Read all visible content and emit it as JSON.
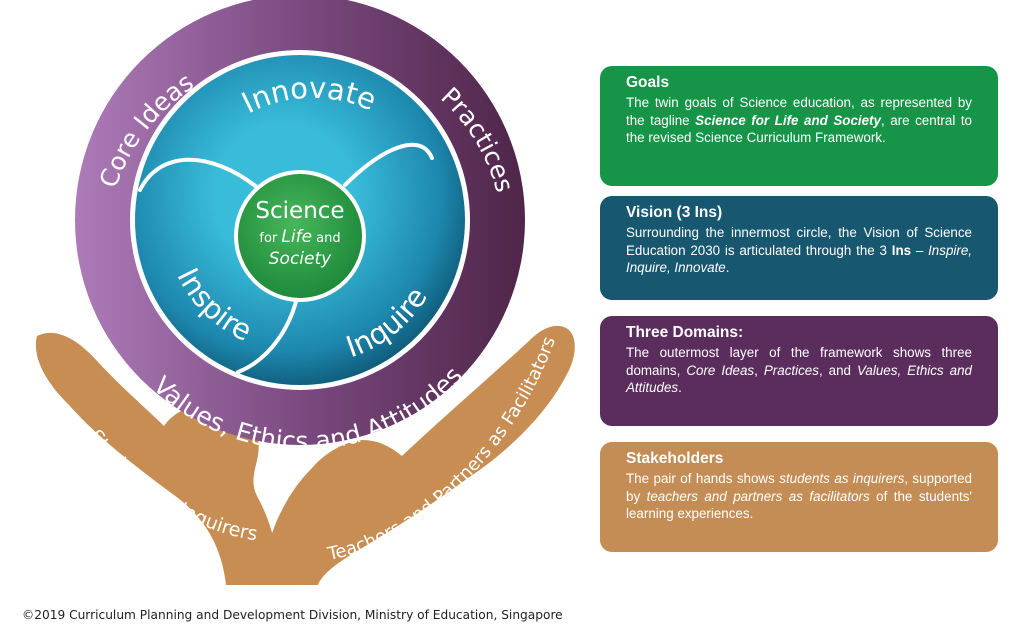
{
  "diagram": {
    "outer_ring": {
      "left": "Core Ideas",
      "right": "Practices",
      "bottom": "Values, Ethics and Attitudes"
    },
    "inner_ring": {
      "top": "Innovate",
      "left": "Inspire",
      "right": "Inquire"
    },
    "core": {
      "line1": "Science",
      "line2_prefix": "for ",
      "line2_em": "Life",
      "line2_suffix": " and",
      "line3": "Society"
    },
    "hands": {
      "left": "Students as Inquirers",
      "right": "Teachers and Partners as Facilitators"
    }
  },
  "cards": {
    "goals": {
      "title": "Goals",
      "t1": "The twin goals of Science education, as represented by the tagline ",
      "b1": "Science for Life and Society",
      "t2": ", are central to the revised Science Curriculum Framework."
    },
    "vision": {
      "title": "Vision (3 Ins)",
      "t1": "Surrounding the innermost circle, the Vision of Science Education 2030 is articulated through the 3 ",
      "b1": "Ins",
      "t2": " – ",
      "i1": "Inspire, Inquire, Innovate",
      "t3": "."
    },
    "domains": {
      "title": "Three Domains:",
      "t1": "The outermost layer of the framework shows three domains, ",
      "i1": "Core Ideas",
      "t2": ", ",
      "i2": "Practices",
      "t3": ", and ",
      "i3": "Values, Ethics and Attitudes",
      "t4": "."
    },
    "stakeholders": {
      "title": "Stakeholders",
      "t1": "The pair of hands shows ",
      "i1": "students as inquirers",
      "t2": ", supported by ",
      "i2": "teachers and partners as facilitators",
      "t3": " of the students' learning experiences."
    }
  },
  "footer": "©2019 Curriculum Planning and Development Division, Ministry of Education, Singapore",
  "colors": {
    "goals": "#169447",
    "vision": "#17576f",
    "domains": "#5b2d5d",
    "stakeholders": "#c48d55",
    "hands": "#c88d52",
    "ring_purple_light": "#a978b3",
    "ring_purple_dark": "#53284f",
    "teal_dark": "#0e5670",
    "teal_light": "#33b2d1",
    "core_green": "#2a9b45"
  }
}
